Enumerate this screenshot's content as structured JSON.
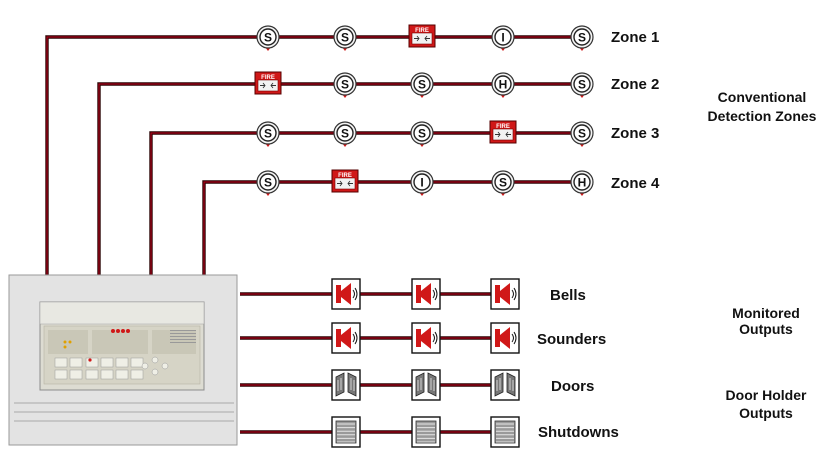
{
  "zones": [
    {
      "label": "Zone 1",
      "devices": [
        "smoke",
        "smoke",
        "call-point",
        "ion",
        "smoke"
      ]
    },
    {
      "label": "Zone 2",
      "devices": [
        "call-point",
        "smoke",
        "smoke",
        "heat",
        "smoke"
      ]
    },
    {
      "label": "Zone 3",
      "devices": [
        "smoke",
        "smoke",
        "smoke",
        "call-point",
        "smoke"
      ]
    },
    {
      "label": "Zone 4",
      "devices": [
        "smoke",
        "call-point",
        "ion",
        "smoke",
        "heat"
      ]
    }
  ],
  "device_letters": {
    "smoke": "S",
    "ion": "I",
    "heat": "H"
  },
  "call_point_text": "FIRE",
  "outputs": [
    {
      "label": "Bells",
      "device": "bell-icon"
    },
    {
      "label": "Sounders",
      "device": "sounder-icon"
    },
    {
      "label": "Doors",
      "device": "door-holder-icon"
    },
    {
      "label": "Shutdowns",
      "device": "shutdown-icon"
    }
  ],
  "group_labels": {
    "conventional": [
      "Conventional",
      "Detection Zones"
    ],
    "monitored": [
      "Monitored",
      "Outputs"
    ],
    "door_holder": [
      "Door Holder",
      "Outputs"
    ]
  },
  "colors": {
    "cable_dark": "#2a0505",
    "cable_red": "#c0001a",
    "device_red": "#d01818",
    "panel_bg": "#e4e4e4"
  }
}
